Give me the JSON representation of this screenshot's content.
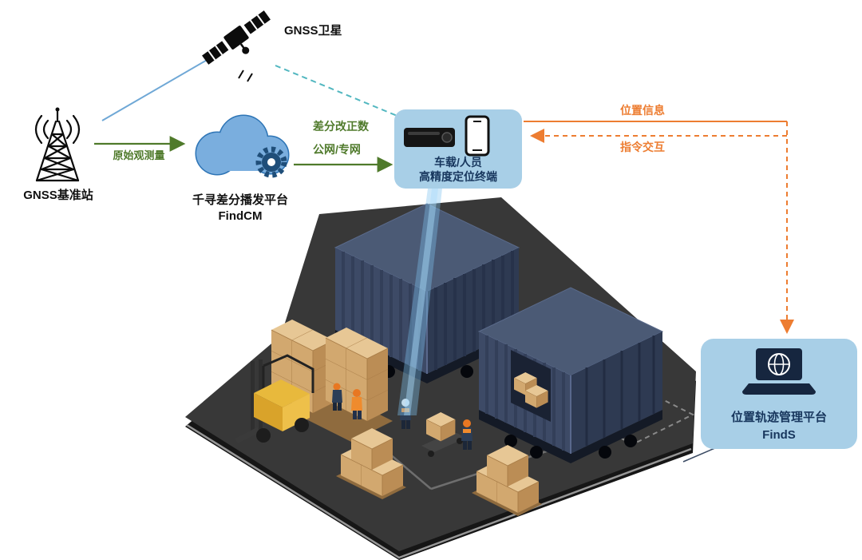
{
  "labels": {
    "satellite": "GNSS卫星",
    "base_station": "GNSS基准站",
    "raw_observation": "原始观测量",
    "cloud_line1": "千寻差分播发平台",
    "cloud_line2": "FindCM",
    "correction_line1": "差分改正数",
    "correction_line2": "公网/专网",
    "terminal_line1": "车载/人员",
    "terminal_line2": "高精度定位终端",
    "position_info": "位置信息",
    "command_interaction": "指令交互",
    "platform_line1": "位置轨迹管理平台",
    "platform_line2": "FindS"
  },
  "icons": {
    "satellite": "gnss-satellite-icon",
    "base_station": "radio-tower-icon",
    "cloud": "cloud-gear-icon",
    "terminal_device": "vehicle-terminal-box-icon",
    "phone": "smartphone-icon",
    "platform": "laptop-globe-icon"
  },
  "colors": {
    "bubble_blue": "#a8cfe7",
    "navy_text": "#17365d",
    "green_arrow": "#4f7a2b",
    "orange_arrow": "#ed7d31",
    "satellite_line_blue": "#6fa8d6",
    "dashed_teal": "#52b7c0",
    "cloud_blue": "#2e75b6",
    "gear_navy": "#1f4e79",
    "container_navy": "#3d4a66",
    "box_tan": "#d9b382",
    "forklift_yellow": "#e8b93c",
    "ground_dark": "#383838"
  }
}
